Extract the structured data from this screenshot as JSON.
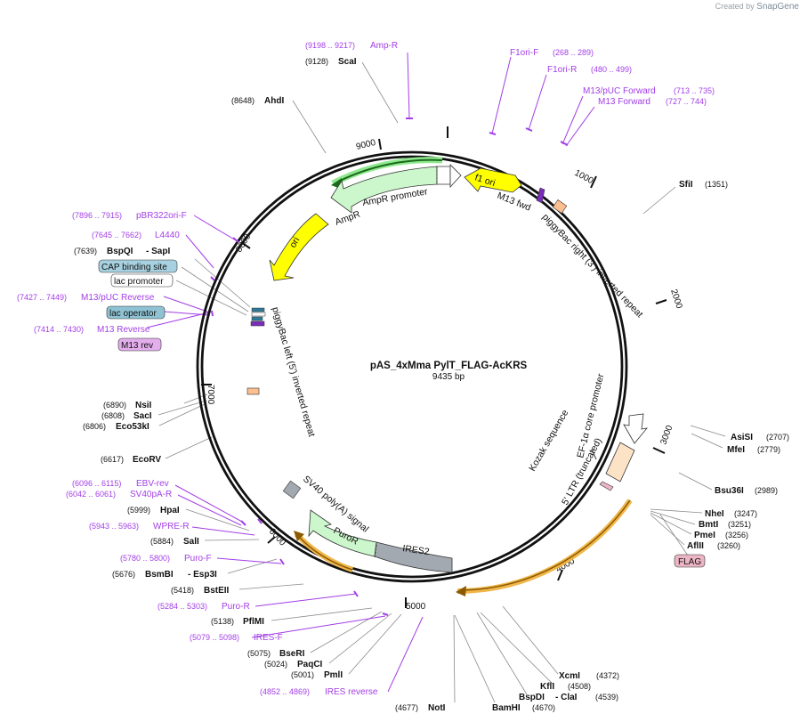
{
  "credit": {
    "prefix": "Created by",
    "brand": "SnapGene"
  },
  "plasmid": {
    "name": "pAS_4xMma PylT_FLAG-AcKRS",
    "length": "9435 bp"
  },
  "ticks": [
    "1000",
    "2000",
    "3000",
    "4000",
    "5000",
    "6000",
    "7000",
    "8000",
    "9000"
  ],
  "features": {
    "f1ori": "f1 ori",
    "m13fwd": "M13 fwd",
    "ampr": "AmpR",
    "ampr_promoter": "AmpR promoter",
    "ori": "ori",
    "pb_right": "piggyBac right (3') inverted repeat",
    "pb_left": "piggyBac left (5') inverted repeat",
    "ef1a": "EF-1α core promoter",
    "kozak": "Kozak sequence",
    "ltr": "5' LTR (truncated)",
    "sv40": "SV40 poly(A) signal",
    "puror": "PuroR",
    "ires2": "IRES2"
  },
  "primers": {
    "ampR": {
      "range": "(9198 .. 9217)",
      "name": "Amp-R"
    },
    "f1oriF": {
      "range": "(268 .. 289)",
      "name": "F1ori-F"
    },
    "f1oriR": {
      "range": "(480 .. 499)",
      "name": "F1ori-R"
    },
    "m13pucF": {
      "range": "(713 .. 735)",
      "name": "M13/pUC Forward"
    },
    "m13F": {
      "range": "(727 .. 744)",
      "name": "M13 Forward"
    },
    "pbr322": {
      "range": "(7896 .. 7915)",
      "name": "pBR322ori-F"
    },
    "l4440": {
      "range": "(7645 .. 7662)",
      "name": "L4440"
    },
    "m13pucR": {
      "range": "(7427 .. 7449)",
      "name": "M13/pUC Reverse"
    },
    "m13R": {
      "range": "(7414 .. 7430)",
      "name": "M13 Reverse"
    },
    "ebv": {
      "range": "(6096 .. 6115)",
      "name": "EBV-rev"
    },
    "sv40pa": {
      "range": "(6042 .. 6061)",
      "name": "SV40pA-R"
    },
    "wpre": {
      "range": "(5943 .. 5963)",
      "name": "WPRE-R"
    },
    "puroF": {
      "range": "(5780 .. 5800)",
      "name": "Puro-F"
    },
    "puroR": {
      "range": "(5284 .. 5303)",
      "name": "Puro-R"
    },
    "iresF": {
      "range": "(5079 .. 5098)",
      "name": "IRES-F"
    },
    "iresRev": {
      "range": "(4852 .. 4869)",
      "name": "IRES reverse"
    }
  },
  "sites": {
    "scaI": {
      "pos": "(9128)",
      "name": "ScaI"
    },
    "ahdI": {
      "pos": "(8648)",
      "name": "AhdI"
    },
    "sfiI": {
      "pos": "(1351)",
      "name": "SfiI"
    },
    "bspqi": {
      "pos": "(7639)",
      "name": "BspQI",
      "name2": "- SapI"
    },
    "nsiI": {
      "pos": "(6890)",
      "name": "NsiI"
    },
    "sacI": {
      "pos": "(6808)",
      "name": "SacI"
    },
    "eco53kI": {
      "pos": "(6806)",
      "name": "Eco53kI"
    },
    "ecorv": {
      "pos": "(6617)",
      "name": "EcoRV"
    },
    "hpaI": {
      "pos": "(5999)",
      "name": "HpaI"
    },
    "salI": {
      "pos": "(5884)",
      "name": "SalI"
    },
    "bsmbi": {
      "pos": "(5676)",
      "name": "BsmBI",
      "name2": "- Esp3I"
    },
    "bsteii": {
      "pos": "(5418)",
      "name": "BstEII"
    },
    "pflmi": {
      "pos": "(5138)",
      "name": "PflMI"
    },
    "bseri": {
      "pos": "(5075)",
      "name": "BseRI"
    },
    "paqci": {
      "pos": "(5024)",
      "name": "PaqCI"
    },
    "pmlI": {
      "pos": "(5001)",
      "name": "PmlI"
    },
    "notI": {
      "pos": "(4677)",
      "name": "NotI"
    },
    "bamhi": {
      "pos": "(4670)",
      "name": "BamHI"
    },
    "bspdi": {
      "pos": "(4539)",
      "name": "BspDI",
      "name2": "- ClaI"
    },
    "kflI": {
      "pos": "(4508)",
      "name": "KflI"
    },
    "xcmI": {
      "pos": "(4372)",
      "name": "XcmI"
    },
    "asiSI": {
      "pos": "(2707)",
      "name": "AsiSI"
    },
    "mfeI": {
      "pos": "(2779)",
      "name": "MfeI"
    },
    "bsu36i": {
      "pos": "(2989)",
      "name": "Bsu36I"
    },
    "nheI": {
      "pos": "(3247)",
      "name": "NheI"
    },
    "bmtI": {
      "pos": "(3251)",
      "name": "BmtI"
    },
    "pmeI": {
      "pos": "(3256)",
      "name": "PmeI"
    },
    "aflII": {
      "pos": "(3260)",
      "name": "AflII"
    }
  },
  "boxed": {
    "cap": "CAP binding site",
    "lacPromoter": "lac promoter",
    "lacOperator": "lac operator",
    "m13rev": "M13 rev",
    "flag": "FLAG"
  },
  "colors": {
    "primer": "#a23ee6",
    "backbone": "#111111",
    "ampr": "#ccf7cc",
    "ori": "#ffff00",
    "pb_box": "#fcbf8f",
    "ires": "#a3a9b0",
    "ltr": "#fde3c6",
    "highlight_green": "#8fe88f",
    "highlight_orange": "#f0b64a",
    "cap_box": "#a7d1e0",
    "lac_operator": "#8fc3d4",
    "m13rev_box": "#e3aeec",
    "flag_box": "#ebb5c5"
  }
}
